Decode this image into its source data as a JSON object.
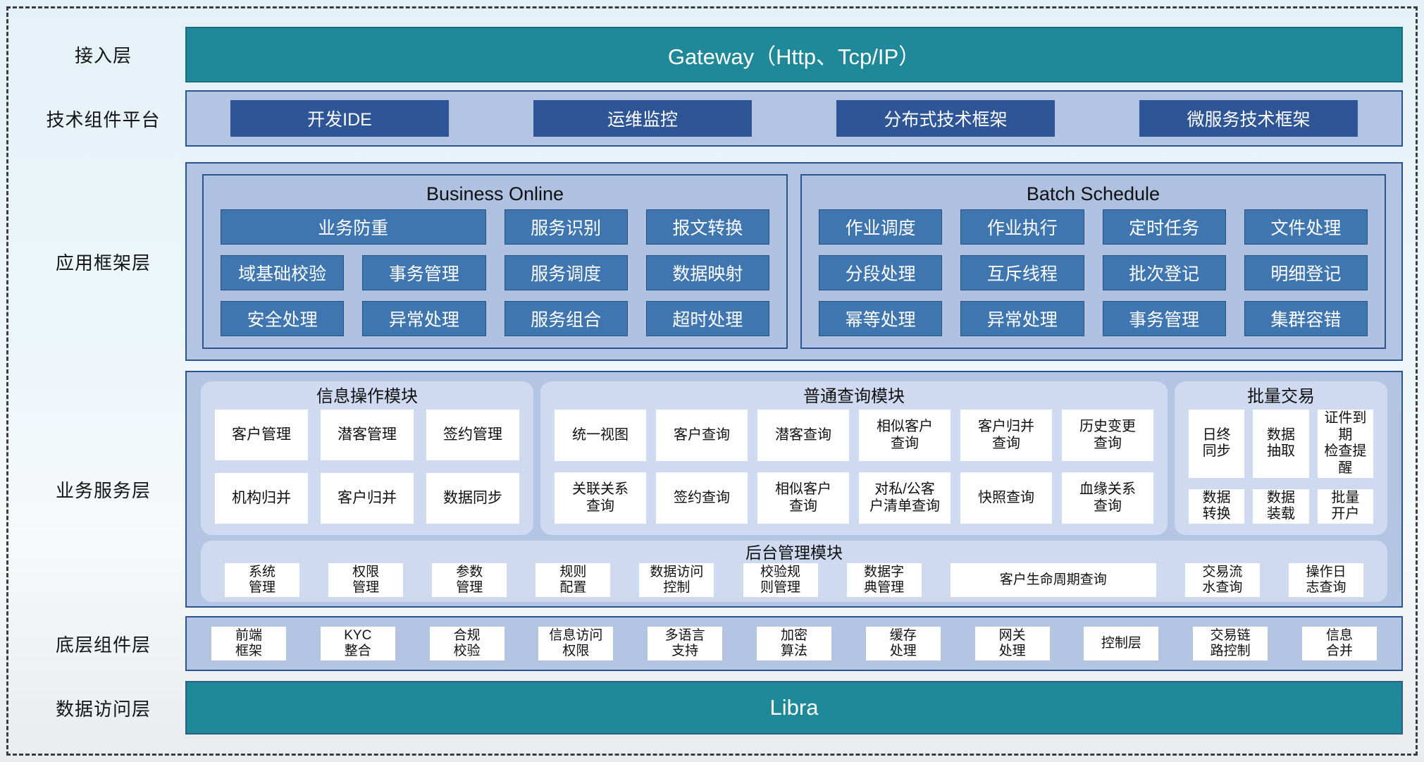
{
  "access_layer": {
    "label": "接入层",
    "gateway": "Gateway（Http、Tcp/IP）"
  },
  "tech_layer": {
    "label": "技术组件平台",
    "items": [
      "开发IDE",
      "运维监控",
      "分布式技术框架",
      "微服务技术框架"
    ]
  },
  "app_layer": {
    "label": "应用框架层",
    "business_online": {
      "title": "Business Online",
      "items": [
        "业务防重",
        "服务识别",
        "报文转换",
        "域基础校验",
        "事务管理",
        "服务调度",
        "数据映射",
        "安全处理",
        "异常处理",
        "服务组合",
        "超时处理"
      ]
    },
    "batch_schedule": {
      "title": "Batch Schedule",
      "items": [
        "作业调度",
        "作业执行",
        "定时任务",
        "文件处理",
        "分段处理",
        "互斥线程",
        "批次登记",
        "明细登记",
        "幂等处理",
        "异常处理",
        "事务管理",
        "集群容错"
      ]
    }
  },
  "service_layer": {
    "label": "业务服务层",
    "info_module": {
      "title": "信息操作模块",
      "items": [
        "客户管理",
        "潜客管理",
        "签约管理",
        "机构归并",
        "客户归并",
        "数据同步"
      ]
    },
    "query_module": {
      "title": "普通查询模块",
      "items": [
        "统一视图",
        "客户查询",
        "潜客查询",
        "相似客户\n查询",
        "客户归并\n查询",
        "历史变更\n查询",
        "关联关系\n查询",
        "签约查询",
        "相似客户\n查询",
        "对私/公客\n户清单查询",
        "快照查询",
        "血缘关系\n查询"
      ]
    },
    "batch_module": {
      "title": "批量交易",
      "items": [
        "日终\n同步",
        "数据\n抽取",
        "证件到期\n检查提醒",
        "数据\n转换",
        "数据\n装载",
        "批量\n开户"
      ]
    },
    "admin_module": {
      "title": "后台管理模块",
      "items": [
        "系统\n管理",
        "权限\n管理",
        "参数\n管理",
        "规则\n配置",
        "数据访问\n控制",
        "校验规\n则管理",
        "数据字\n典管理",
        "客户生命周期查询",
        "交易流\n水查询",
        "操作日\n志查询"
      ]
    }
  },
  "component_layer": {
    "label": "底层组件层",
    "items": [
      "前端\n框架",
      "KYC\n整合",
      "合规\n校验",
      "信息访问\n权限",
      "多语言\n支持",
      "加密\n算法",
      "缓存\n处理",
      "网关\n处理",
      "控制层",
      "交易链\n路控制",
      "信息\n合并"
    ]
  },
  "data_layer": {
    "label": "数据访问层",
    "bar": "Libra"
  },
  "colors": {
    "teal": "#1F8899",
    "navy": "#2E5596",
    "steel": "#3F76B0",
    "container": "#B3C5E2",
    "panel": "#AEC1E0",
    "panel_light": "#CFDAF0",
    "border": "#2B5490"
  }
}
